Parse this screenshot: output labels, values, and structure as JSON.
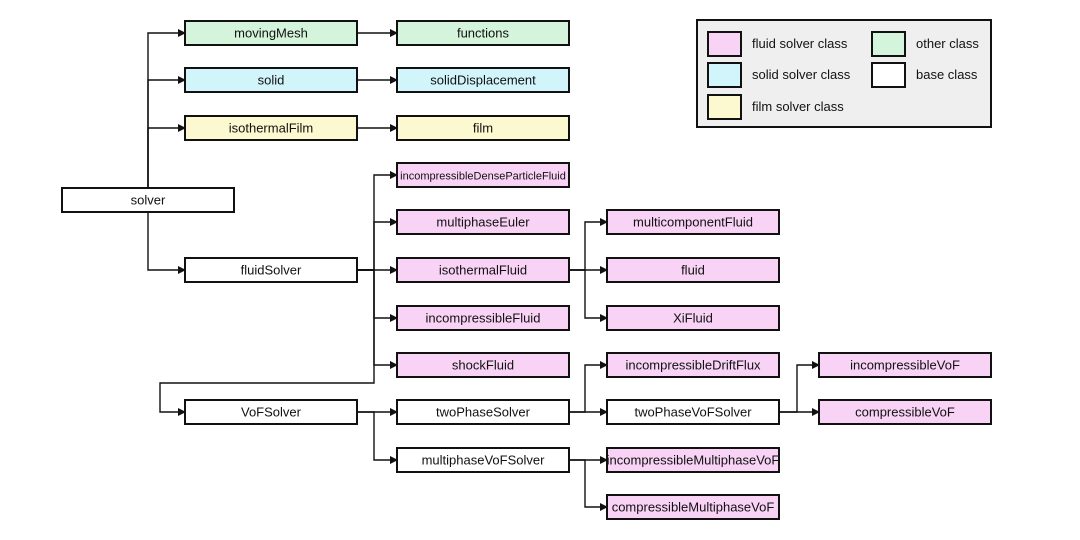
{
  "colors": {
    "fluid": "#f9d3f6",
    "solid": "#d2f4fb",
    "film": "#fcf8d0",
    "other": "#d4f4dc",
    "base": "#ffffff",
    "legend_bg": "#efefef"
  },
  "nodes": {
    "solver": {
      "label": "solver",
      "kind": "base"
    },
    "movingMesh": {
      "label": "movingMesh",
      "kind": "other"
    },
    "functions": {
      "label": "functions",
      "kind": "other"
    },
    "solid": {
      "label": "solid",
      "kind": "solid"
    },
    "solidDisplacement": {
      "label": "solidDisplacement",
      "kind": "solid"
    },
    "isothermalFilm": {
      "label": "isothermalFilm",
      "kind": "film"
    },
    "film": {
      "label": "film",
      "kind": "film"
    },
    "fluidSolver": {
      "label": "fluidSolver",
      "kind": "base"
    },
    "incompressibleDenseParticleFluid": {
      "label": "incompressibleDenseParticleFluid",
      "kind": "fluid"
    },
    "multiphaseEuler": {
      "label": "multiphaseEuler",
      "kind": "fluid"
    },
    "isothermalFluid": {
      "label": "isothermalFluid",
      "kind": "fluid"
    },
    "incompressibleFluid": {
      "label": "incompressibleFluid",
      "kind": "fluid"
    },
    "shockFluid": {
      "label": "shockFluid",
      "kind": "fluid"
    },
    "multicomponentFluid": {
      "label": "multicomponentFluid",
      "kind": "fluid"
    },
    "fluid": {
      "label": "fluid",
      "kind": "fluid"
    },
    "XiFluid": {
      "label": "XiFluid",
      "kind": "fluid"
    },
    "VoFSolver": {
      "label": "VoFSolver",
      "kind": "base"
    },
    "twoPhaseSolver": {
      "label": "twoPhaseSolver",
      "kind": "base"
    },
    "multiphaseVoFSolver": {
      "label": "multiphaseVoFSolver",
      "kind": "base"
    },
    "incompressibleDriftFlux": {
      "label": "incompressibleDriftFlux",
      "kind": "fluid"
    },
    "twoPhaseVoFSolver": {
      "label": "twoPhaseVoFSolver",
      "kind": "base"
    },
    "incompressibleVoF": {
      "label": "incompressibleVoF",
      "kind": "fluid"
    },
    "compressibleVoF": {
      "label": "compressibleVoF",
      "kind": "fluid"
    },
    "incompressibleMultiphaseVoF": {
      "label": "incompressibleMultiphaseVoF",
      "kind": "fluid"
    },
    "compressibleMultiphaseVoF": {
      "label": "compressibleMultiphaseVoF",
      "kind": "fluid"
    }
  },
  "edges": [
    [
      "solver",
      "movingMesh"
    ],
    [
      "solver",
      "solid"
    ],
    [
      "solver",
      "isothermalFilm"
    ],
    [
      "solver",
      "fluidSolver"
    ],
    [
      "movingMesh",
      "functions"
    ],
    [
      "solid",
      "solidDisplacement"
    ],
    [
      "isothermalFilm",
      "film"
    ],
    [
      "fluidSolver",
      "incompressibleDenseParticleFluid"
    ],
    [
      "fluidSolver",
      "multiphaseEuler"
    ],
    [
      "fluidSolver",
      "isothermalFluid"
    ],
    [
      "fluidSolver",
      "incompressibleFluid"
    ],
    [
      "fluidSolver",
      "shockFluid"
    ],
    [
      "fluidSolver",
      "VoFSolver"
    ],
    [
      "isothermalFluid",
      "multicomponentFluid"
    ],
    [
      "isothermalFluid",
      "fluid"
    ],
    [
      "isothermalFluid",
      "XiFluid"
    ],
    [
      "VoFSolver",
      "twoPhaseSolver"
    ],
    [
      "VoFSolver",
      "multiphaseVoFSolver"
    ],
    [
      "twoPhaseSolver",
      "incompressibleDriftFlux"
    ],
    [
      "twoPhaseSolver",
      "twoPhaseVoFSolver"
    ],
    [
      "twoPhaseVoFSolver",
      "incompressibleVoF"
    ],
    [
      "twoPhaseVoFSolver",
      "compressibleVoF"
    ],
    [
      "multiphaseVoFSolver",
      "incompressibleMultiphaseVoF"
    ],
    [
      "multiphaseVoFSolver",
      "compressibleMultiphaseVoF"
    ]
  ],
  "legend": {
    "items": [
      {
        "kind": "fluid",
        "label": "fluid solver class"
      },
      {
        "kind": "other",
        "label": "other class"
      },
      {
        "kind": "solid",
        "label": "solid solver class"
      },
      {
        "kind": "base",
        "label": "base class"
      },
      {
        "kind": "film",
        "label": "film solver class"
      }
    ]
  }
}
